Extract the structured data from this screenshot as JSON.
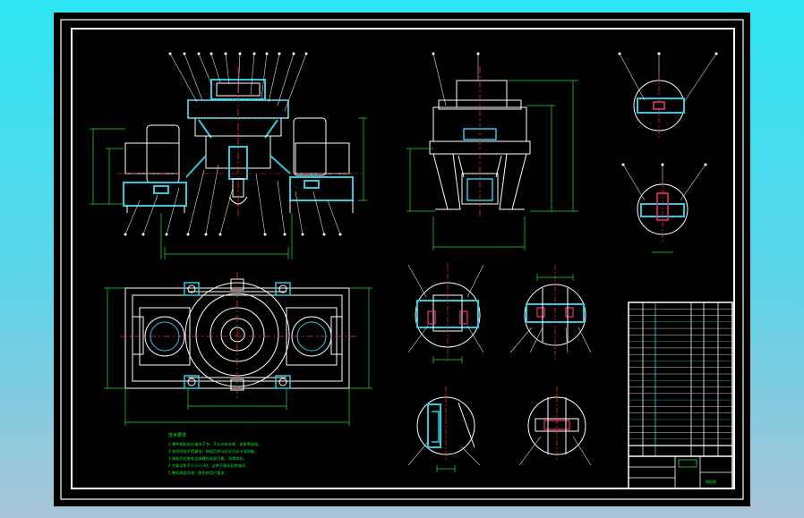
{
  "drawing": {
    "background": "#000000",
    "frame_color": "#ffffff",
    "outline_color": "#ffffff",
    "section_color": "#2ec8e0",
    "dimension_color": "#22dd33",
    "centerline_color": "#ff2a2a",
    "note_color": "#22dd33"
  },
  "notes": {
    "heading": "技术要求",
    "lines": [
      "1.零件装配前应清洗干净，不允许有毛刺、锐角等缺陷。",
      "2.各密封处不得漏油，装配后转动应灵活无卡滞现象。",
      "3.装配后检查各连接螺栓紧固可靠，润滑良好。",
      "4.空载试车不少于2小时，运转平稳无异常噪声。",
      "5.整机表面涂漆，颜色按用户要求。"
    ]
  },
  "title_block": {
    "title_label": "装配图"
  }
}
